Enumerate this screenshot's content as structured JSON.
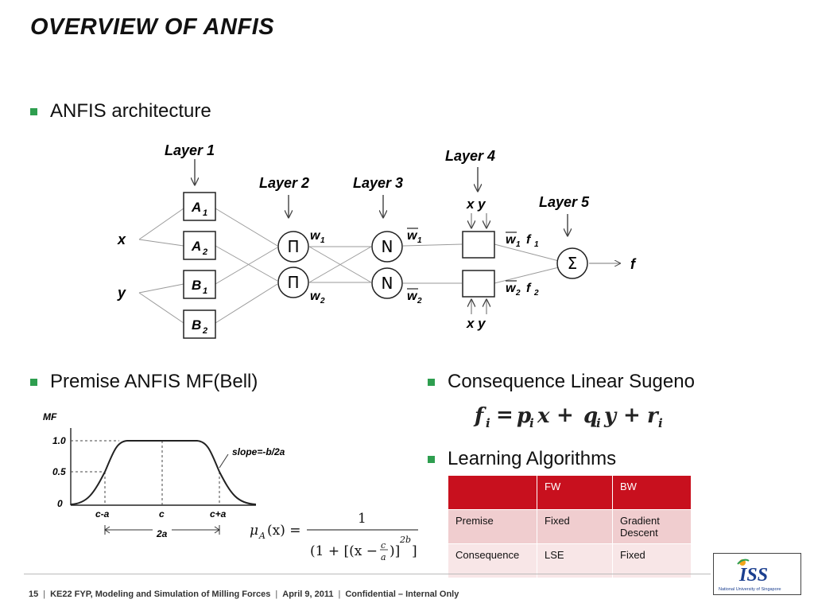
{
  "title": "OVERVIEW OF ANFIS",
  "bullets": {
    "architecture": "ANFIS architecture",
    "premise": "Premise ANFIS MF(Bell)",
    "consequence": "Consequence Linear Sugeno",
    "learning": "Learning Algorithms"
  },
  "architecture_diagram": {
    "layers": [
      "Layer 1",
      "Layer 2",
      "Layer 3",
      "Layer 4",
      "Layer 5"
    ],
    "inputs": [
      "x",
      "y"
    ],
    "layer4_inputs": "x y",
    "mf_nodes": [
      "A",
      "A",
      "B",
      "B"
    ],
    "mf_subscripts": [
      "1",
      "2",
      "1",
      "2"
    ],
    "product_symbol": "Π",
    "norm_symbol": "N",
    "sum_symbol": "Σ",
    "w": "w",
    "f": "f",
    "sub1": "1",
    "sub2": "2",
    "output": "f"
  },
  "mf_plot": {
    "ylabel": "MF",
    "yticks": [
      "1.0",
      "0.5",
      "0"
    ],
    "xticks": [
      "c-a",
      "c",
      "c+a"
    ],
    "slope_label": "slope=-b/2a",
    "width_label": "2a"
  },
  "consequence_formula": {
    "lhs": "f",
    "sub": "i",
    "rhs_p": "p",
    "x": "x",
    "q": "q",
    "y": "y",
    "r": "r",
    "eq": "=",
    "plus": "+"
  },
  "bell_formula": {
    "mu": "μ",
    "sub": "A",
    "arg": "(x) =",
    "numerator": "1",
    "den_open": "(1 + [(x −",
    "c": "c",
    "a": "a",
    "den_close": ")]",
    "exp": "2b",
    "den_end": "]"
  },
  "table": {
    "headers": [
      "",
      "FW",
      "BW"
    ],
    "rows": [
      [
        "Premise",
        "Fixed",
        "Gradient Descent"
      ],
      [
        "Consequence",
        "LSE",
        "Fixed"
      ]
    ]
  },
  "footer": {
    "page": "15",
    "course": "KE22 FYP, Modeling and Simulation of Milling Forces",
    "date": "April 9, 2011",
    "confidentiality": "Confidential – Internal Only"
  },
  "logo": {
    "text": "ISS",
    "subtext": "National University of Singapore"
  },
  "colors": {
    "bullet": "#2e9e4f",
    "table_header": "#c8101e",
    "table_row1": "#f0cdcf",
    "table_row2": "#f8e6e7"
  }
}
